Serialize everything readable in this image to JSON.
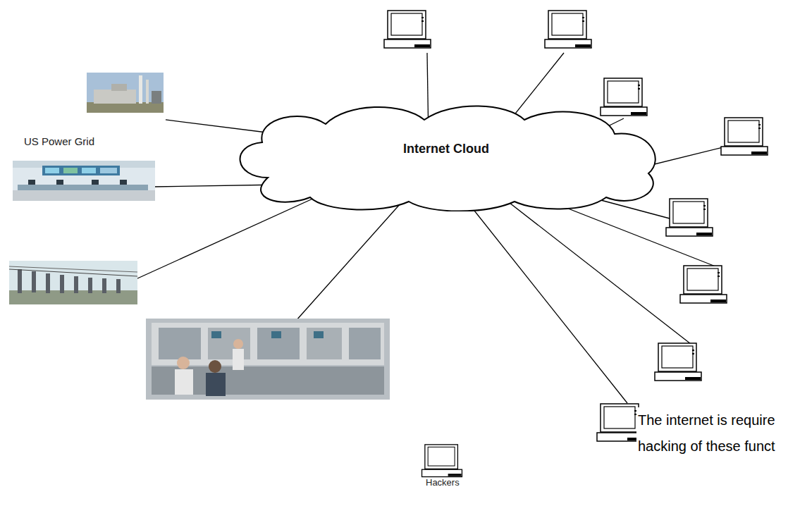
{
  "diagram": {
    "nodes": [
      {
        "text": [
          "Internet Cloud"
        ]
      },
      {
        "text": [
          "US Power Grid"
        ]
      },
      {
        "text": [
          "Hackers"
        ]
      }
    ],
    "edges": [
      {
        "from": 0,
        "to": 1,
        "arrow": "none"
      }
    ],
    "labels": [
      "The internet is require hacking of these funct"
    ]
  }
}
